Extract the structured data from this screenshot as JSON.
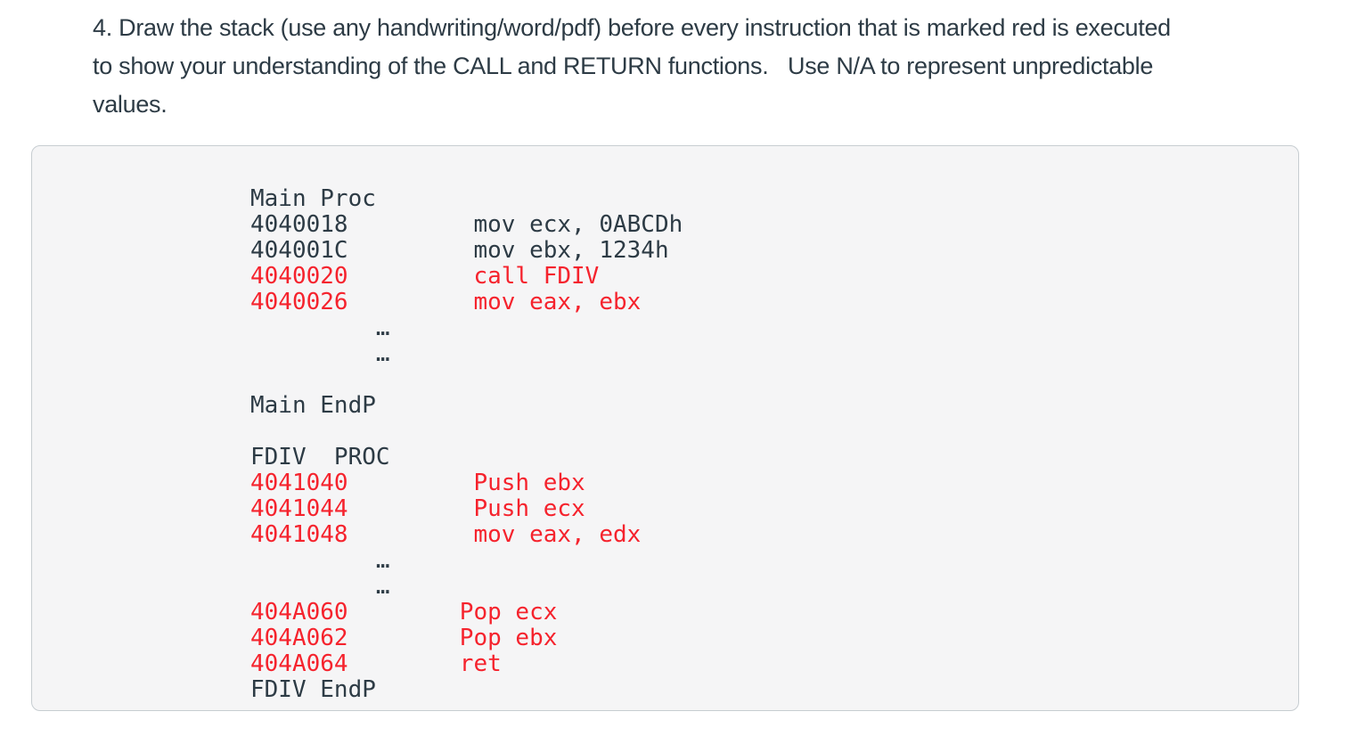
{
  "question": {
    "lines": [
      "4. Draw the stack (use any handwriting/word/pdf) before every instruction that is marked red is executed",
      "to show your understanding of the CALL and RETURN functions.   Use N/A to represent unpredictable",
      "values."
    ]
  },
  "code_panel": {
    "lines": [
      {
        "text": "Main Proc",
        "red": false
      },
      {
        "text": "4040018         mov ecx, 0ABCDh",
        "red": false
      },
      {
        "text": "404001C         mov ebx, 1234h",
        "red": false
      },
      {
        "text": "4040020         call FDIV",
        "red": true
      },
      {
        "text": "4040026         mov eax, ebx",
        "red": true
      },
      {
        "text": "         …",
        "red": false
      },
      {
        "text": "         …",
        "red": false
      },
      {
        "text": "",
        "red": false
      },
      {
        "text": "Main EndP",
        "red": false
      },
      {
        "text": "",
        "red": false
      },
      {
        "text": "FDIV  PROC",
        "red": false
      },
      {
        "text": "4041040         Push ebx",
        "red": true
      },
      {
        "text": "4041044         Push ecx",
        "red": true
      },
      {
        "text": "4041048         mov eax, edx",
        "red": true
      },
      {
        "text": "         …",
        "red": false
      },
      {
        "text": "         …",
        "red": false
      },
      {
        "text": "404A060        Pop ecx",
        "red": true
      },
      {
        "text": "404A062        Pop ebx",
        "red": true
      },
      {
        "text": "404A064        ret",
        "red": true
      },
      {
        "text": "FDIV EndP",
        "red": false
      }
    ]
  },
  "colors": {
    "text": "#2d3b45",
    "red": "#f5232d",
    "panel_bg": "#f5f5f6",
    "panel_border": "#c7cdd1",
    "page_bg": "#ffffff"
  }
}
